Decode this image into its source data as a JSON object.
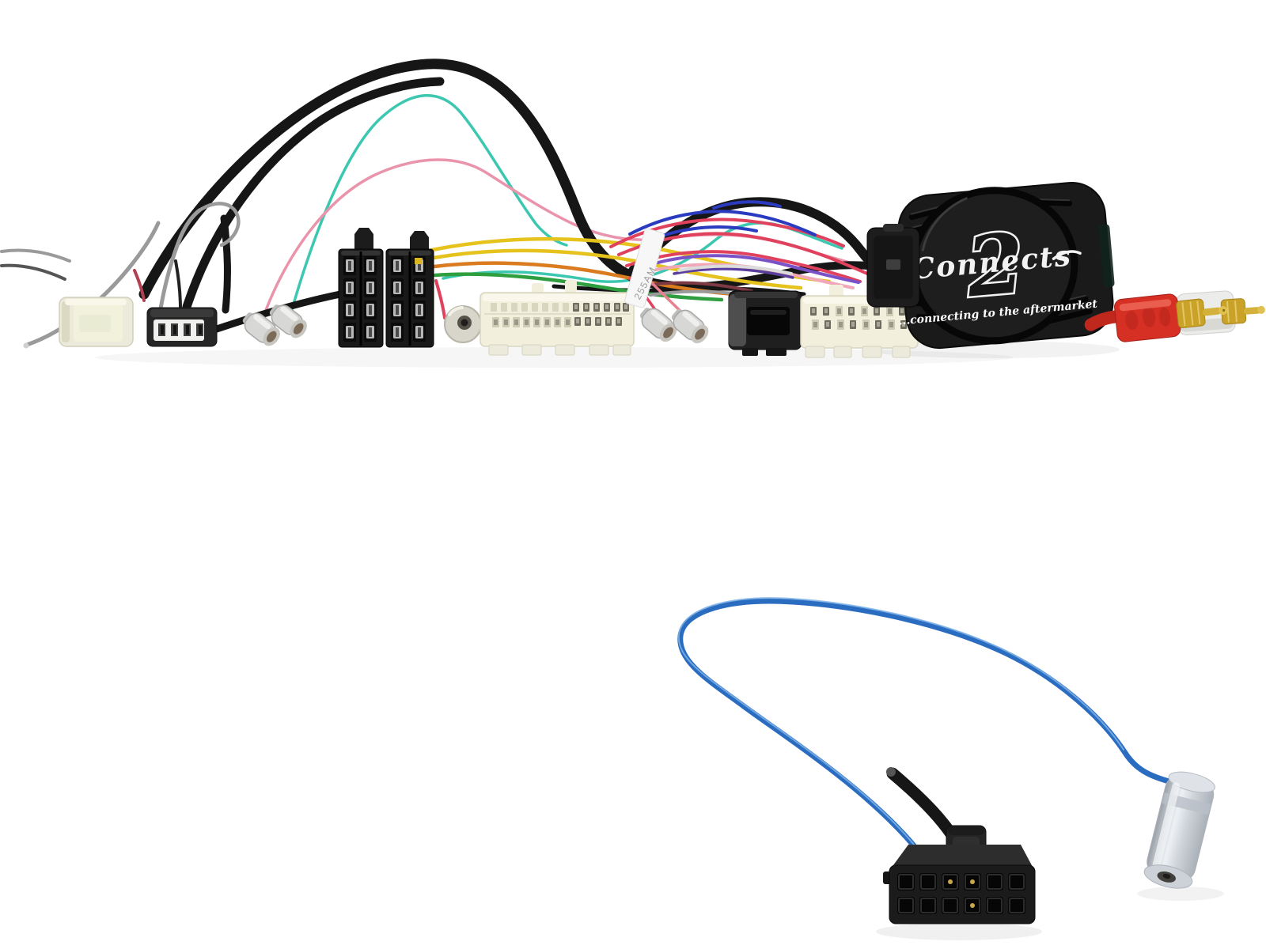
{
  "page": {
    "background_color": "#ffffff"
  },
  "product_photo": {
    "module": {
      "brand_script": "Connects",
      "brand_numeral": "2",
      "tagline": "...connecting to the aftermarket"
    },
    "harness_label": {
      "text": "255AM"
    },
    "colors": {
      "page_bg": "#ffffff",
      "wire_black": "#161616",
      "wire_teal": "#3cc7b0",
      "wire_pink": "#ea94ac",
      "wire_pink_light": "#f0a7b8",
      "wire_red": "#e0425e",
      "wire_red_soft": "#e8808f",
      "wire_yellow": "#e6c21d",
      "wire_orange": "#d97b1e",
      "wire_green": "#2f9e3f",
      "wire_blue": "#2b3bbf",
      "wire_purple": "#7a52c8",
      "wire_purple_dark": "#5b3f9e",
      "wire_gray": "#9a9a9a",
      "wire_maroon": "#7e3a44",
      "cable_blue": "#2a6cc0",
      "rca_red": "#d62f24",
      "rca_white": "#ececea",
      "gold": "#c9a227",
      "connector_cream": "#eceadb",
      "connector_white": "#f2efdd",
      "plastic_black": "#1b1b1b",
      "metal_silver": "#c9ccd2"
    }
  }
}
